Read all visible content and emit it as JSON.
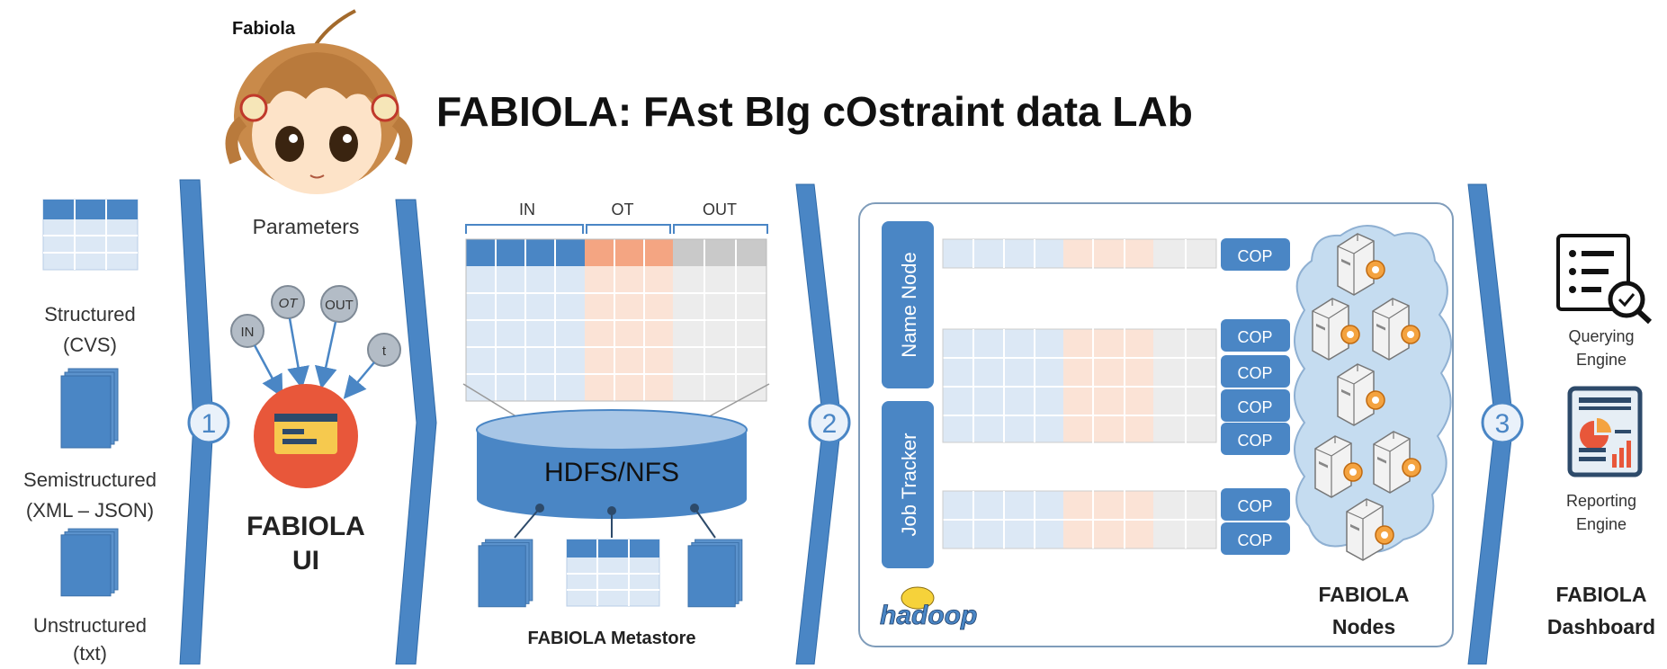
{
  "title": "FABIOLA: FAst BIg cOstraint data LAb",
  "mascot": {
    "name": "Fabiola"
  },
  "sources": {
    "structured": [
      "Structured",
      "(CVS)"
    ],
    "semistructured": [
      "Semistructured",
      "(XML – JSON)"
    ],
    "unstructured": [
      "Unstructured",
      "(txt)"
    ]
  },
  "steps": {
    "one": "1",
    "two": "2",
    "three": "3"
  },
  "ui_stage": {
    "parameters_label": "Parameters",
    "params": [
      "IN",
      "OT",
      "OUT",
      "t"
    ],
    "ui_name": [
      "FABIOLA",
      "UI"
    ]
  },
  "metastore": {
    "columns": [
      "IN",
      "OT",
      "OUT"
    ],
    "storage": "HDFS/NFS",
    "name": "FABIOLA Metastore"
  },
  "cluster": {
    "name_node": "Name Node",
    "job_tracker": "Job Tracker",
    "cop_label": "COP",
    "hadoop_logo": "hadoop",
    "nodes_name": [
      "FABIOLA",
      "Nodes"
    ]
  },
  "dashboard": {
    "querying": [
      "Querying",
      "Engine"
    ],
    "reporting": [
      "Reporting",
      "Engine"
    ],
    "name": [
      "FABIOLA",
      "Dashboard"
    ]
  },
  "colors": {
    "blue": "#4a86c5",
    "light_blue": "#dce8f5",
    "orange": "#f4a582",
    "light_orange": "#fbe3d6",
    "gray": "#c9c9c9",
    "light_gray": "#ececec",
    "ui_red": "#e8573a"
  }
}
